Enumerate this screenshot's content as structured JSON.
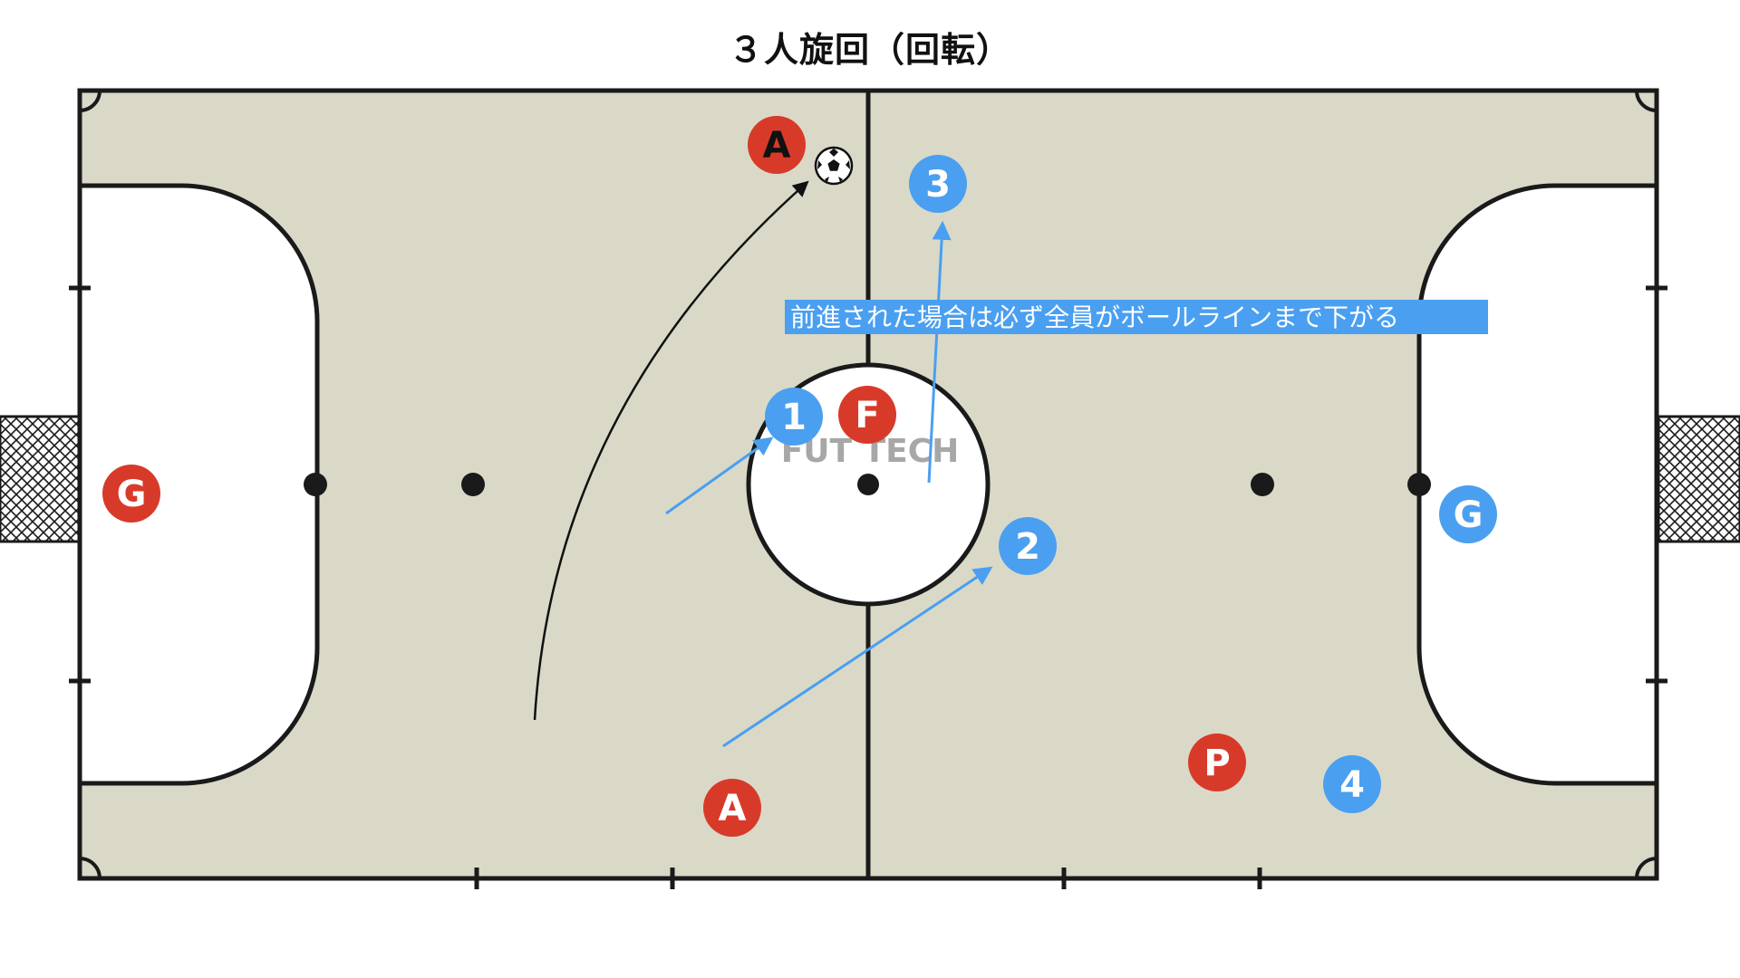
{
  "title": "３人旋回（回転）",
  "watermark": "FUT TECH",
  "note": "前進された場合は必ず全員がボールラインまで下がる",
  "colors": {
    "court": "#dad9c8",
    "line": "#1a1a1a",
    "team_red": "#d83a2a",
    "team_blue": "#4a9ff0",
    "note_bg": "#4a9ff0",
    "arrow_blue": "#4a9ff0",
    "arrow_black": "#111111"
  },
  "players": {
    "red_keeper": {
      "label": "G",
      "team": "red"
    },
    "red_top_a": {
      "label": "A",
      "team": "red"
    },
    "red_fixo": {
      "label": "F",
      "team": "red"
    },
    "red_bottom_a": {
      "label": "A",
      "team": "red"
    },
    "red_pivot": {
      "label": "P",
      "team": "red"
    },
    "blue_1": {
      "label": "1",
      "team": "blue"
    },
    "blue_2": {
      "label": "2",
      "team": "blue"
    },
    "blue_3": {
      "label": "3",
      "team": "blue"
    },
    "blue_4": {
      "label": "4",
      "team": "blue"
    },
    "blue_keeper": {
      "label": "G",
      "team": "blue"
    }
  },
  "ball": {
    "icon": "soccer-ball-icon"
  },
  "movements": [
    {
      "name": "ball-pass-arrow",
      "color": "black",
      "from": "red_bottom_a",
      "to": "ball"
    },
    {
      "name": "run-arrow-to-1",
      "color": "blue",
      "to": "blue_1"
    },
    {
      "name": "run-arrow-to-2",
      "color": "blue",
      "to": "blue_2"
    },
    {
      "name": "run-arrow-to-3",
      "color": "blue",
      "to": "blue_3"
    }
  ]
}
